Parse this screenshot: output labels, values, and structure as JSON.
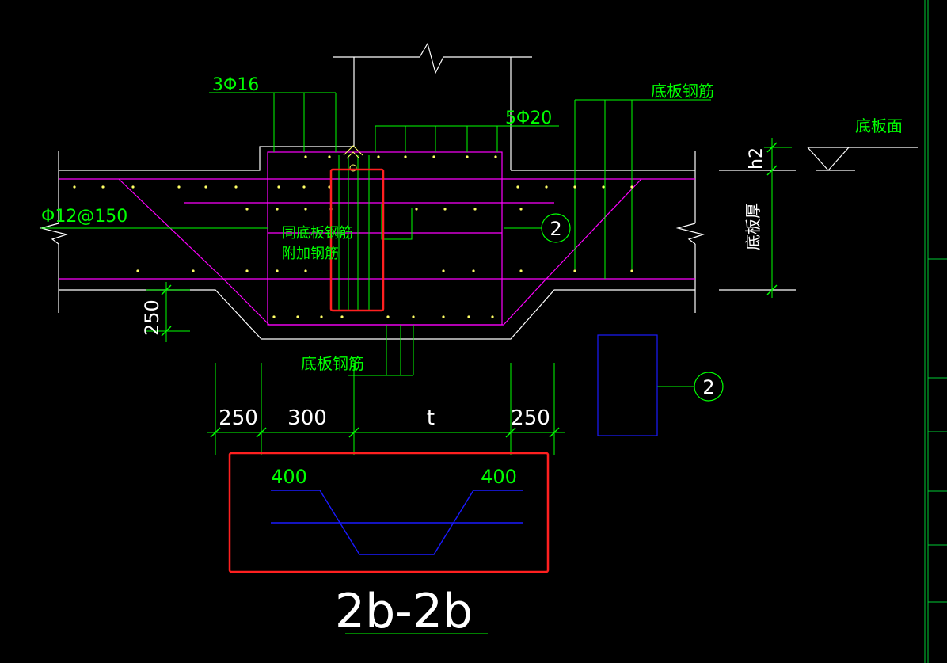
{
  "drawing": {
    "section_title": "2b-2b",
    "colors": {
      "background": "#000000",
      "outline": "#ffffff",
      "rebar": "#ff00ff",
      "annotation": "#00ff00",
      "highlight": "#ff2020",
      "detail": "#1a1aff",
      "bar_dot": "#ffff66"
    },
    "labels": {
      "bar_3phi16": "3Φ16",
      "bar_5phi20": "5Φ20",
      "bar_phi12": "Φ12@150",
      "slab_rebar_top": "底板钢筋",
      "slab_rebar_bottom": "底板钢筋",
      "slab_face": "底板面",
      "slab_thickness": "底板厚",
      "h2": "h2",
      "same_slab_rebar": "同底板钢筋",
      "additional_rebar": "附加钢筋",
      "circle_ref_1": "2",
      "circle_ref_2": "2"
    },
    "dimensions": {
      "dim_left_250": "250",
      "dim_300": "300",
      "dim_t": "t",
      "dim_right_250": "250",
      "dim_vertical_250": "250"
    },
    "detail_box": {
      "left_label": "400",
      "right_label": "400"
    }
  }
}
